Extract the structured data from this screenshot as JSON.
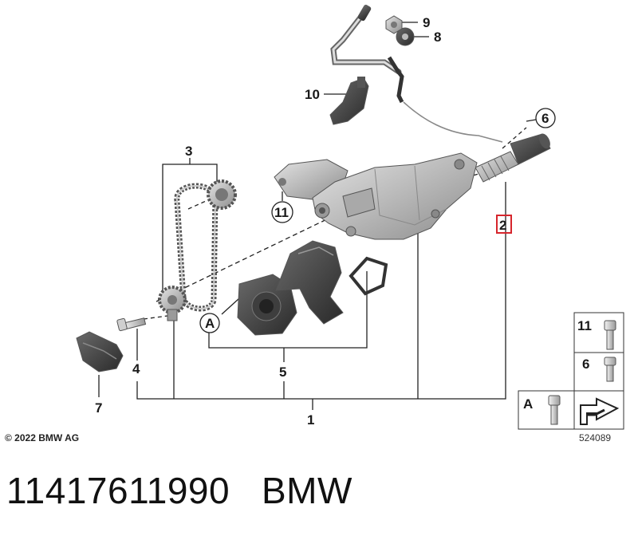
{
  "diagram": {
    "callouts": [
      "1",
      "2",
      "3",
      "4",
      "5",
      "6",
      "7",
      "8",
      "9",
      "10",
      "11",
      "A"
    ],
    "legend": {
      "items": [
        {
          "label": "11",
          "icon": "bolt-icon"
        },
        {
          "label": "6",
          "icon": "bolt-icon"
        },
        {
          "label": "A",
          "icon": "bolt-icon"
        }
      ],
      "symbol": "note-arrow-icon"
    },
    "highlight_color": "#d6252c",
    "copyright": "© 2022 BMW AG",
    "image_id": "524089"
  },
  "footer": {
    "part_number": "11417611990",
    "brand": "BMW"
  }
}
